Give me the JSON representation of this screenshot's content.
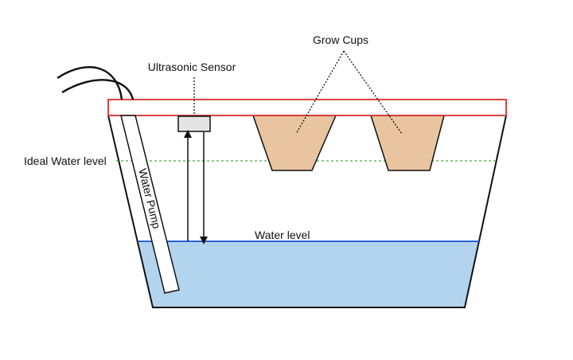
{
  "labels": {
    "grow_cups": "Grow Cups",
    "ultrasonic_sensor": "Ultrasonic Sensor",
    "ideal_water_level": "Ideal Water level",
    "water_pump": "Water Pump",
    "water_level": "Water level"
  },
  "colors": {
    "lid_border": "#d9302a",
    "water_fill": "#b3d4ee",
    "water_line": "#2a62d6",
    "ideal_line": "#4aa84a",
    "cup_fill": "#e8c4a0",
    "sensor_fill": "#e4e4e4",
    "outline": "#111111"
  }
}
